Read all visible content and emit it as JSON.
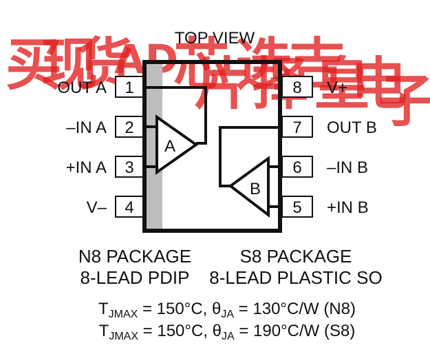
{
  "watermark": [
    "买",
    "现",
    "货",
    "AD",
    "芯",
    "片",
    "选",
    "择",
    "吉",
    "皇",
    "电",
    "子"
  ],
  "title": "TOP VIEW",
  "left_pins": [
    {
      "num": "1",
      "name": "OUT A"
    },
    {
      "num": "2",
      "name": "–IN A"
    },
    {
      "num": "3",
      "name": "+IN A"
    },
    {
      "num": "4",
      "name": "V–"
    }
  ],
  "right_pins": [
    {
      "num": "8",
      "name": "V+"
    },
    {
      "num": "7",
      "name": "OUT B"
    },
    {
      "num": "6",
      "name": "–IN B"
    },
    {
      "num": "5",
      "name": "+IN B"
    }
  ],
  "amp_a": "A",
  "amp_b": "B",
  "packages": {
    "left": [
      "N8 PACKAGE",
      "8-LEAD PDIP"
    ],
    "right": [
      "S8 PACKAGE",
      "8-LEAD PLASTIC SO"
    ]
  },
  "thermal": [
    {
      "t": "T",
      "t_sub": "JMAX",
      "mid": " = 150°C, θ",
      "th_sub": "JA",
      "end": " = 130°C/W (N8)"
    },
    {
      "t": "T",
      "t_sub": "JMAX",
      "mid": " = 150°C, θ",
      "th_sub": "JA",
      "end": " = 190°C/W (S8)"
    }
  ]
}
